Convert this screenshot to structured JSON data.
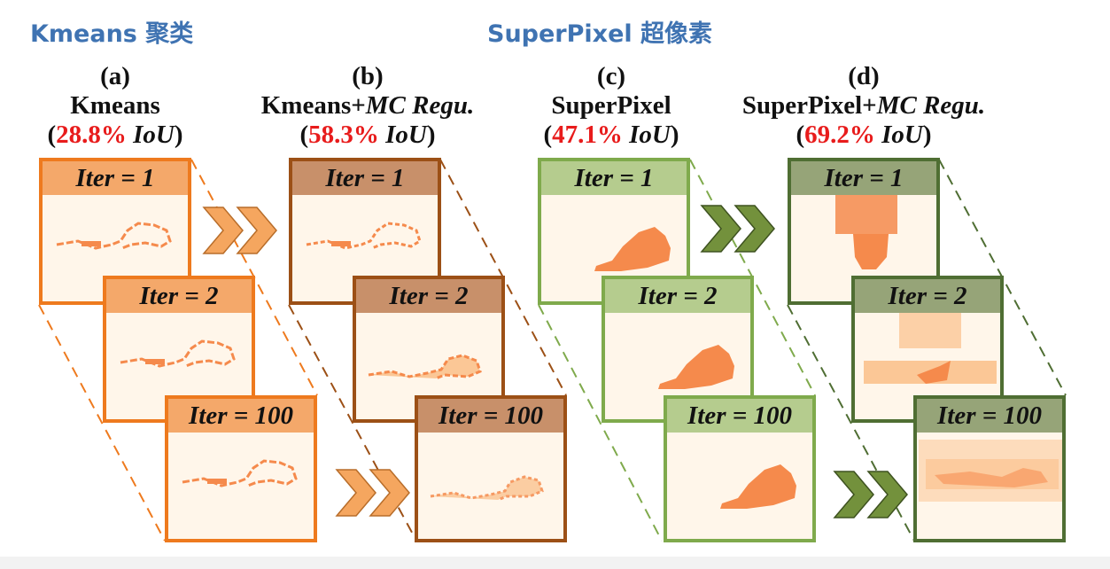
{
  "section_titles": {
    "left": "Kmeans 聚类",
    "right": "SuperPixel 超像素"
  },
  "columns": [
    {
      "letter": "(a)",
      "name": "Kmeans",
      "name_suffix": "",
      "iou_open": "(",
      "iou_value": "28.8%",
      "iou_label": "IoU",
      "iou_close": ")",
      "border_color": "#ee7a1e",
      "header_color": "#f4a86a"
    },
    {
      "letter": "(b)",
      "name": "Kmeans+",
      "name_suffix": "MC Regu.",
      "iou_open": "(",
      "iou_value": "58.3%",
      "iou_label": "IoU",
      "iou_close": ")",
      "border_color": "#9c5016",
      "header_color": "#c8906a"
    },
    {
      "letter": "(c)",
      "name": "SuperPixel",
      "name_suffix": "",
      "iou_open": "(",
      "iou_value": "47.1%",
      "iou_label": "IoU",
      "iou_close": ")",
      "border_color": "#7faa4c",
      "header_color": "#b5cc8e"
    },
    {
      "letter": "(d)",
      "name": "SuperPixel+",
      "name_suffix": "MC Regu.",
      "iou_open": "(",
      "iou_value": "69.2%",
      "iou_label": "IoU",
      "iou_close": ")",
      "border_color": "#4f6e33",
      "header_color": "#96a478"
    }
  ],
  "iterations": [
    "Iter = 1",
    "Iter = 2",
    "Iter = 100"
  ],
  "colors": {
    "blob": "#f58a4c",
    "blob_light": "#fbc796",
    "panel_bg": "#fff6ea",
    "title_blue": "#3f73b2",
    "iou_red": "#e81c1c",
    "arrow_orange": "#f5a65f",
    "arrow_green": "#73913c"
  },
  "icons": {
    "forward_orange": "double-chevron-right-icon",
    "forward_green": "double-chevron-right-icon"
  }
}
